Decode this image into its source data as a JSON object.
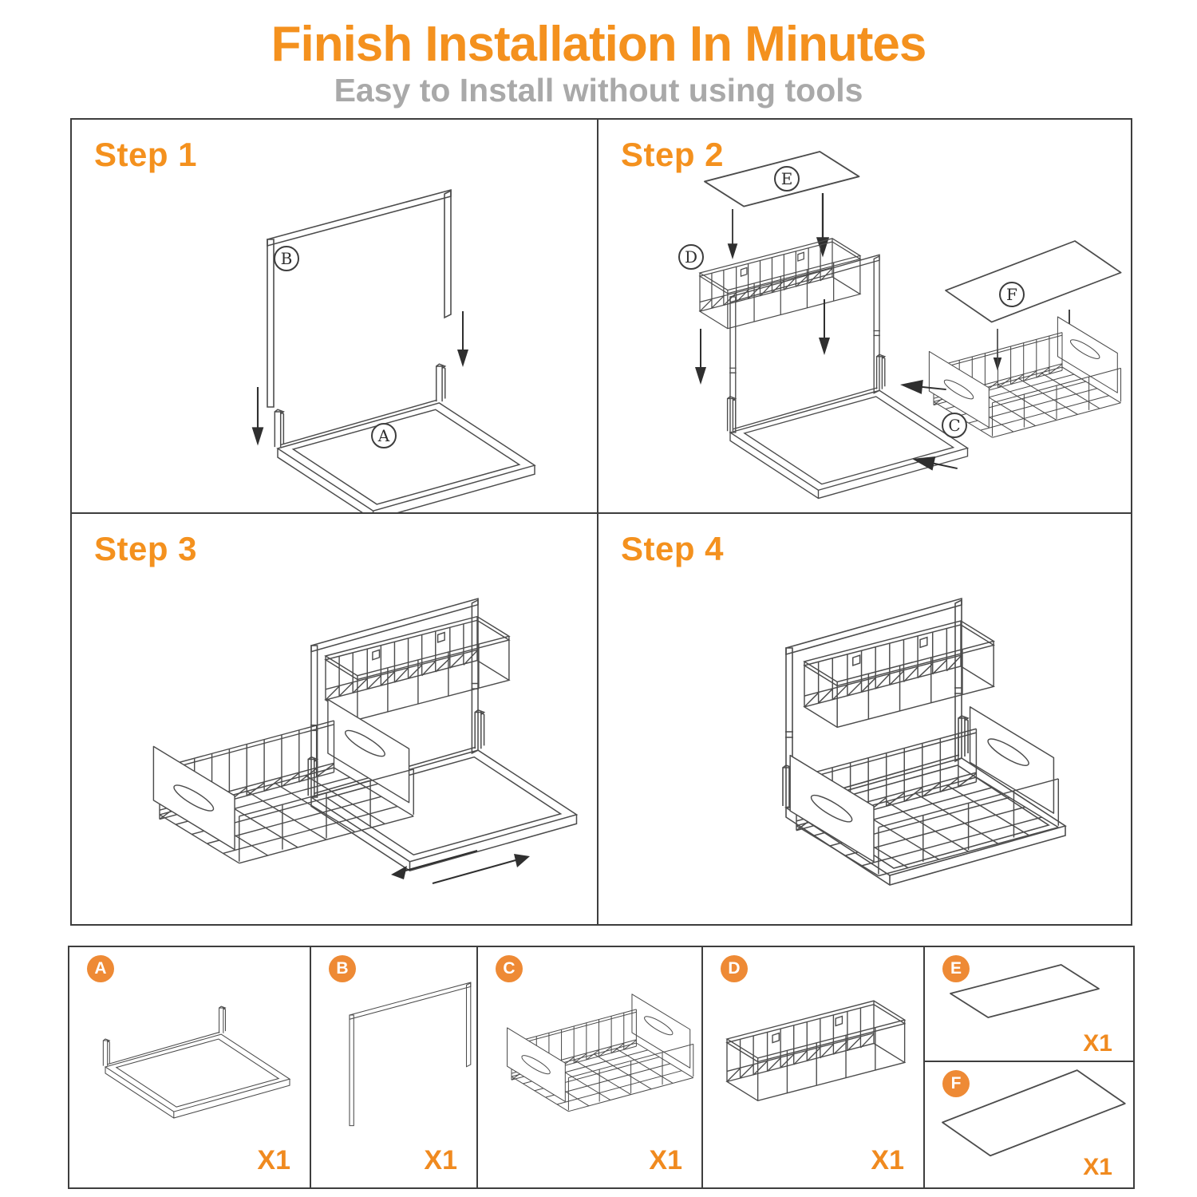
{
  "title": "Finish Installation In Minutes",
  "subtitle": "Easy to Install without using tools",
  "colors": {
    "accent_orange": "#F4911E",
    "badge_orange": "#EE8A35",
    "subtitle_gray": "#A9A9A9",
    "line_gray": "#4C4C4C",
    "border_gray": "#3E3E3E"
  },
  "steps": [
    {
      "label": "Step 1",
      "part_labels": [
        "B",
        "A"
      ]
    },
    {
      "label": "Step 2",
      "part_labels": [
        "E",
        "D",
        "F",
        "C"
      ]
    },
    {
      "label": "Step 3",
      "part_labels": []
    },
    {
      "label": "Step 4",
      "part_labels": []
    }
  ],
  "parts": [
    {
      "id": "A",
      "qty": "X1"
    },
    {
      "id": "B",
      "qty": "X1"
    },
    {
      "id": "C",
      "qty": "X1"
    },
    {
      "id": "D",
      "qty": "X1"
    },
    {
      "id": "E",
      "qty": "X1"
    },
    {
      "id": "F",
      "qty": "X1"
    }
  ]
}
